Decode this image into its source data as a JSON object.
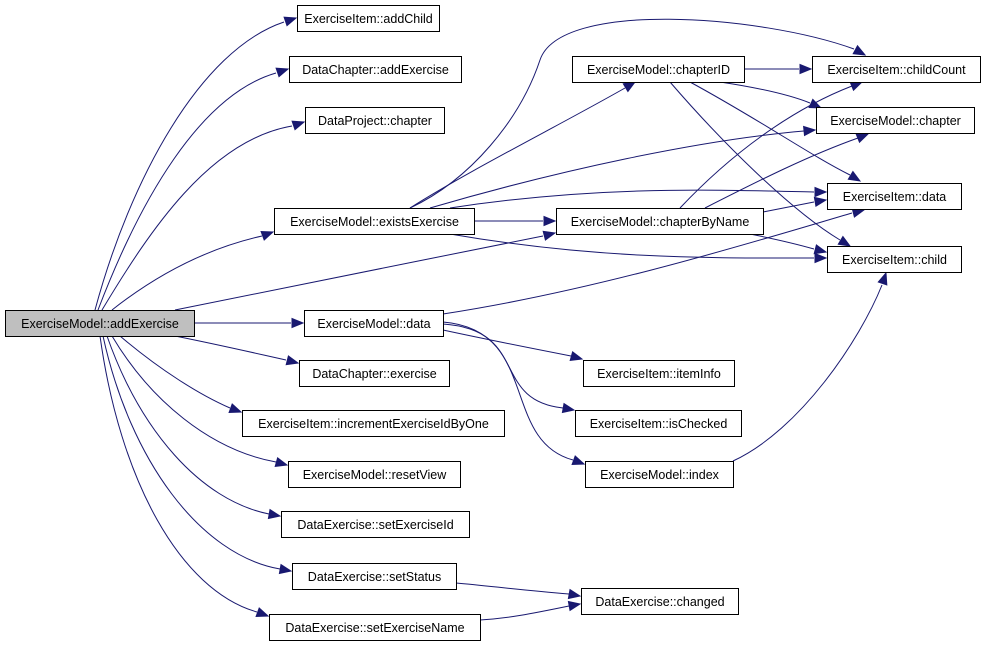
{
  "graph": {
    "root": "ExerciseModel::addExercise",
    "nodes": {
      "addExercise": "ExerciseModel::addExercise",
      "addChild": "ExerciseItem::addChild",
      "addExerciseDC": "DataChapter::addExercise",
      "chapterDP": "DataProject::chapter",
      "existsExercise": "ExerciseModel::existsExercise",
      "dataEM": "ExerciseModel::data",
      "exerciseDC": "DataChapter::exercise",
      "incrementId": "ExerciseItem::incrementExerciseIdByOne",
      "resetView": "ExerciseModel::resetView",
      "setExerciseId": "DataExercise::setExerciseId",
      "setStatus": "DataExercise::setStatus",
      "setExerciseName": "DataExercise::setExerciseName",
      "chapterID": "ExerciseModel::chapterID",
      "chapterByName": "ExerciseModel::chapterByName",
      "itemInfo": "ExerciseItem::itemInfo",
      "isChecked": "ExerciseItem::isChecked",
      "index": "ExerciseModel::index",
      "changed": "DataExercise::changed",
      "childCount": "ExerciseItem::childCount",
      "chapterEM": "ExerciseModel::chapter",
      "dataEI": "ExerciseItem::data",
      "child": "ExerciseItem::child"
    }
  }
}
